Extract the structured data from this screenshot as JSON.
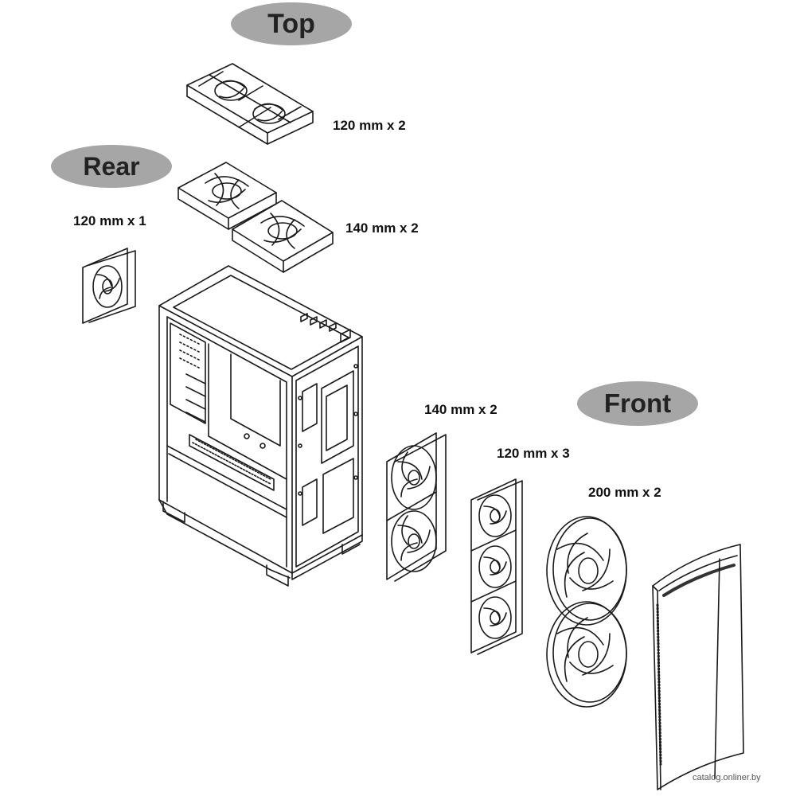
{
  "zones": {
    "top": {
      "title": "Top",
      "specs": [
        "120 mm x 2",
        "140 mm x 2"
      ]
    },
    "rear": {
      "title": "Rear",
      "specs": [
        "120 mm x 1"
      ]
    },
    "front": {
      "title": "Front",
      "specs": [
        "140 mm x 2",
        "120 mm x 3",
        "200 mm x 2"
      ]
    }
  },
  "watermark": "catalog.onliner.by",
  "colors": {
    "pill": "#a6a6a6",
    "line": "#1a1a1a",
    "background": "#ffffff"
  }
}
